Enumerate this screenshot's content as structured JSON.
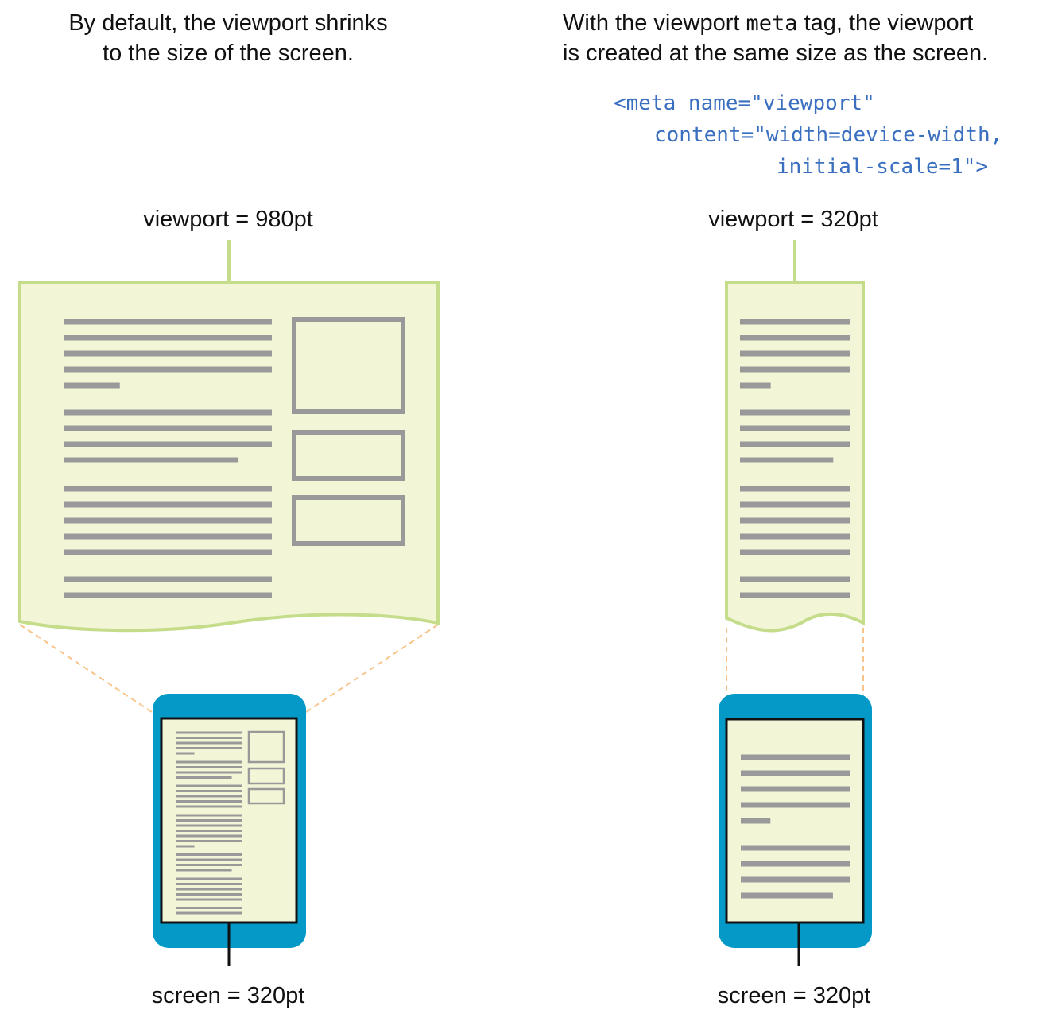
{
  "left": {
    "caption_line1": "By default, the viewport shrinks",
    "caption_line2": "to the size of the screen.",
    "viewport_label": "viewport = 980pt",
    "screen_label": "screen = 320pt"
  },
  "right": {
    "caption_line1_pre": "With the viewport ",
    "caption_line1_code": "meta",
    "caption_line1_post": " tag, the viewport",
    "caption_line2": "is created at the same size as the screen.",
    "code_line1": "<meta name=\"viewport\"",
    "code_line2": "content=\"width=device-width,",
    "code_line3": "initial-scale=1\">",
    "viewport_label": "viewport = 320pt",
    "screen_label": "screen = 320pt"
  },
  "colors": {
    "page_fill": "#f2f5d6",
    "page_stroke": "#c5dd8b",
    "text_line": "#999999",
    "device": "#0499c7",
    "projection": "#f8c48a",
    "code": "#3a6fc0"
  }
}
